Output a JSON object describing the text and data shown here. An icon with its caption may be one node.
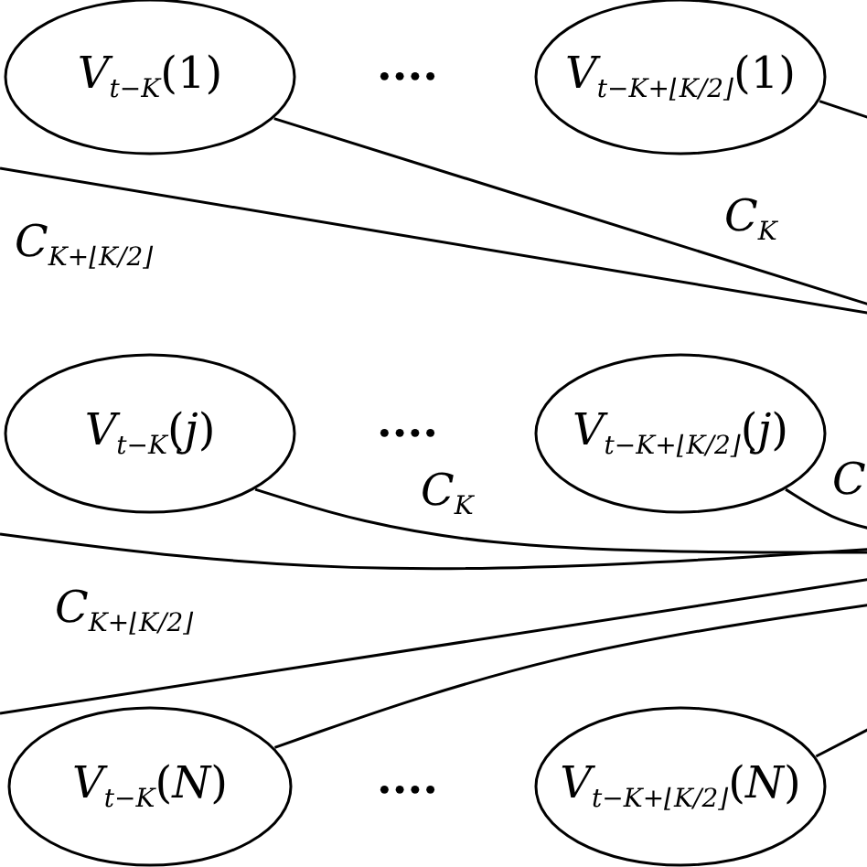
{
  "diagram": {
    "nodes": [
      {
        "text": [
          "*V*$_{t−K}$(1)"
        ]
      },
      {
        "text": [
          "*V*$_{t−K+⌊K/2⌋}$(1)"
        ]
      },
      {
        "text": [
          "*V*$_{t−K}$(*j*)"
        ]
      },
      {
        "text": [
          "*V*$_{t−K+⌊K/2⌋}$(*j*)"
        ]
      },
      {
        "text": [
          "*V*$_{t−K}$(*N*)"
        ]
      },
      {
        "text": [
          "*V*$_{t−K+⌊K/2⌋}$(*N*)"
        ]
      }
    ],
    "edges": [
      {
        "from": 0,
        "to": null,
        "arrow": "none",
        "label": "*C*$_{K}$"
      },
      {
        "from": 1,
        "to": null,
        "arrow": "none"
      },
      {
        "from": 2,
        "to": null,
        "arrow": "none",
        "label": "*C*$_{K}$"
      },
      {
        "from": 3,
        "to": null,
        "arrow": "none",
        "label": "*C*"
      },
      {
        "from": 4,
        "to": null,
        "arrow": "none"
      },
      {
        "from": 5,
        "to": null,
        "arrow": "none"
      }
    ],
    "labels": [
      "····",
      "*C*$_{K+⌊K/2⌋}$",
      "····",
      "*C*$_{K+⌊K/2⌋}$",
      "····"
    ]
  }
}
